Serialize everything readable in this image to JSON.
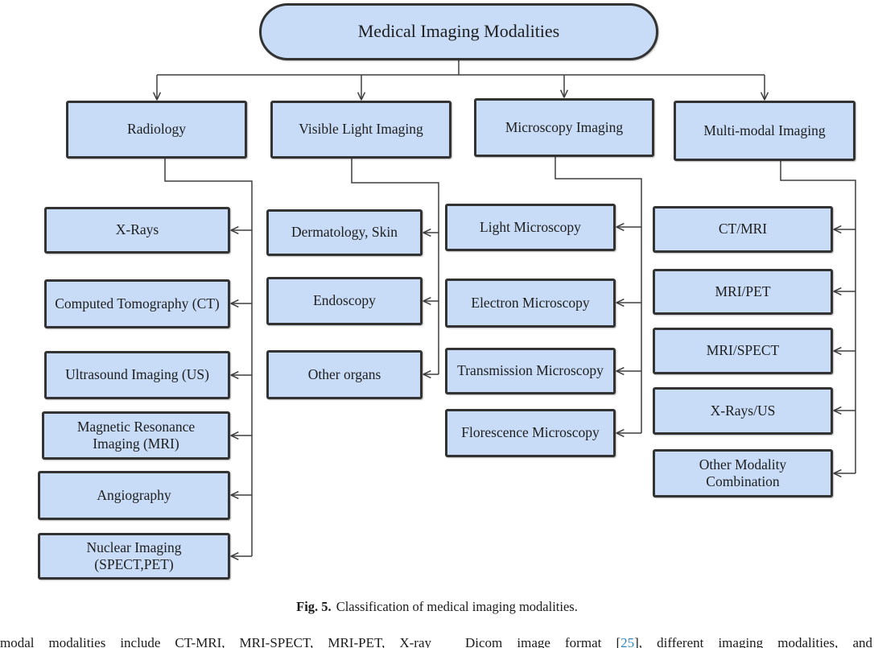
{
  "figure": {
    "root": "Medical Imaging Modalities",
    "categories": [
      {
        "label": "Radiology",
        "children": [
          "X-Rays",
          "Computed Tomography (CT)",
          "Ultrasound Imaging (US)",
          "Magnetic Resonance\nImaging (MRI)",
          "Angiography",
          "Nuclear Imaging\n(SPECT,PET)"
        ]
      },
      {
        "label": "Visible Light Imaging",
        "children": [
          "Dermatology, Skin",
          "Endoscopy",
          "Other organs"
        ]
      },
      {
        "label": "Microscopy Imaging",
        "children": [
          "Light Microscopy",
          "Electron Microscopy",
          "Transmission Microscopy",
          "Florescence Microscopy"
        ]
      },
      {
        "label": "Multi-modal Imaging",
        "children": [
          "CT/MRI",
          "MRI/PET",
          "MRI/SPECT",
          "X-Rays/US",
          "Other Modality\nCombination"
        ]
      }
    ]
  },
  "caption": {
    "label": "Fig. 5.",
    "text": "Classification of medical imaging modalities."
  },
  "body_text": {
    "left_column": "modal modalities include CT-MRI, MRI-SPECT, MRI-PET, X-ray",
    "right_column": {
      "before": "Dicom image format [",
      "citation": "25",
      "after": "], different imaging modalities, and"
    }
  },
  "colors": {
    "node_fill": "#c8dcf7",
    "node_border": "#333333",
    "connector": "#3f3f3f",
    "citation_link": "#2c86c4"
  }
}
